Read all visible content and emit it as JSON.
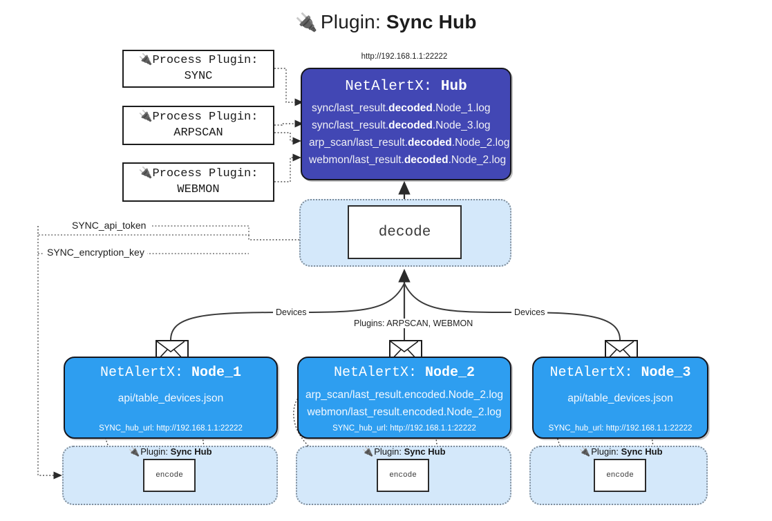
{
  "page": {
    "title_prefix": "Plugin:",
    "title_name": "Sync Hub",
    "plug_icon": "plug-icon"
  },
  "colors": {
    "hub_fill": "#4247b4",
    "node_fill": "#2e9ef0",
    "container_fill": "#d4e8fa",
    "stroke": "#16161d",
    "text_dark": "#1d1d1d"
  },
  "process_plugins": [
    {
      "line1": "Process Plugin:",
      "line2": "SYNC"
    },
    {
      "line1": "Process Plugin:",
      "line2": "ARPSCAN"
    },
    {
      "line1": "Process Plugin:",
      "line2": "WEBMON"
    }
  ],
  "hub": {
    "url_label": "http://192.168.1.1:22222",
    "title_prefix": "NetAlertX:",
    "title_name": "Hub",
    "logs": [
      {
        "pre": "sync/last_result.",
        "mid": "decoded",
        "post": ".Node_1.log"
      },
      {
        "pre": "sync/last_result.",
        "mid": "decoded",
        "post": ".Node_3.log"
      },
      {
        "pre": "arp_scan/last_result.",
        "mid": "decoded",
        "post": ".Node_2.log"
      },
      {
        "pre": "webmon/last_result.",
        "mid": "decoded",
        "post": ".Node_2.log"
      }
    ]
  },
  "decode": {
    "label": "decode"
  },
  "tokens": [
    {
      "label": "SYNC_api_token"
    },
    {
      "label": "SYNC_encryption_key"
    }
  ],
  "edge_labels": {
    "devices_left": "Devices",
    "devices_right": "Devices",
    "plugins_center": "Plugins: ARPSCAN, WEBMON"
  },
  "nodes": [
    {
      "title_prefix": "NetAlertX:",
      "title_name": "Node_1",
      "lines": [
        "api/table_devices.json"
      ],
      "footer": "SYNC_hub_url: http://192.168.1.1:22222",
      "plugin_label_prefix": "Plugin:",
      "plugin_label_name": "Sync Hub",
      "encode_label": "encode"
    },
    {
      "title_prefix": "NetAlertX:",
      "title_name": "Node_2",
      "lines": [
        "arp_scan/last_result.encoded.Node_2.log",
        "webmon/last_result.encoded.Node_2.log"
      ],
      "footer": "SYNC_hub_url: http://192.168.1.1:22222",
      "plugin_label_prefix": "Plugin:",
      "plugin_label_name": "Sync Hub",
      "encode_label": "encode"
    },
    {
      "title_prefix": "NetAlertX:",
      "title_name": "Node_3",
      "lines": [
        "api/table_devices.json"
      ],
      "footer": "SYNC_hub_url: http://192.168.1.1:22222",
      "plugin_label_prefix": "Plugin:",
      "plugin_label_name": "Sync Hub",
      "encode_label": "encode"
    }
  ]
}
